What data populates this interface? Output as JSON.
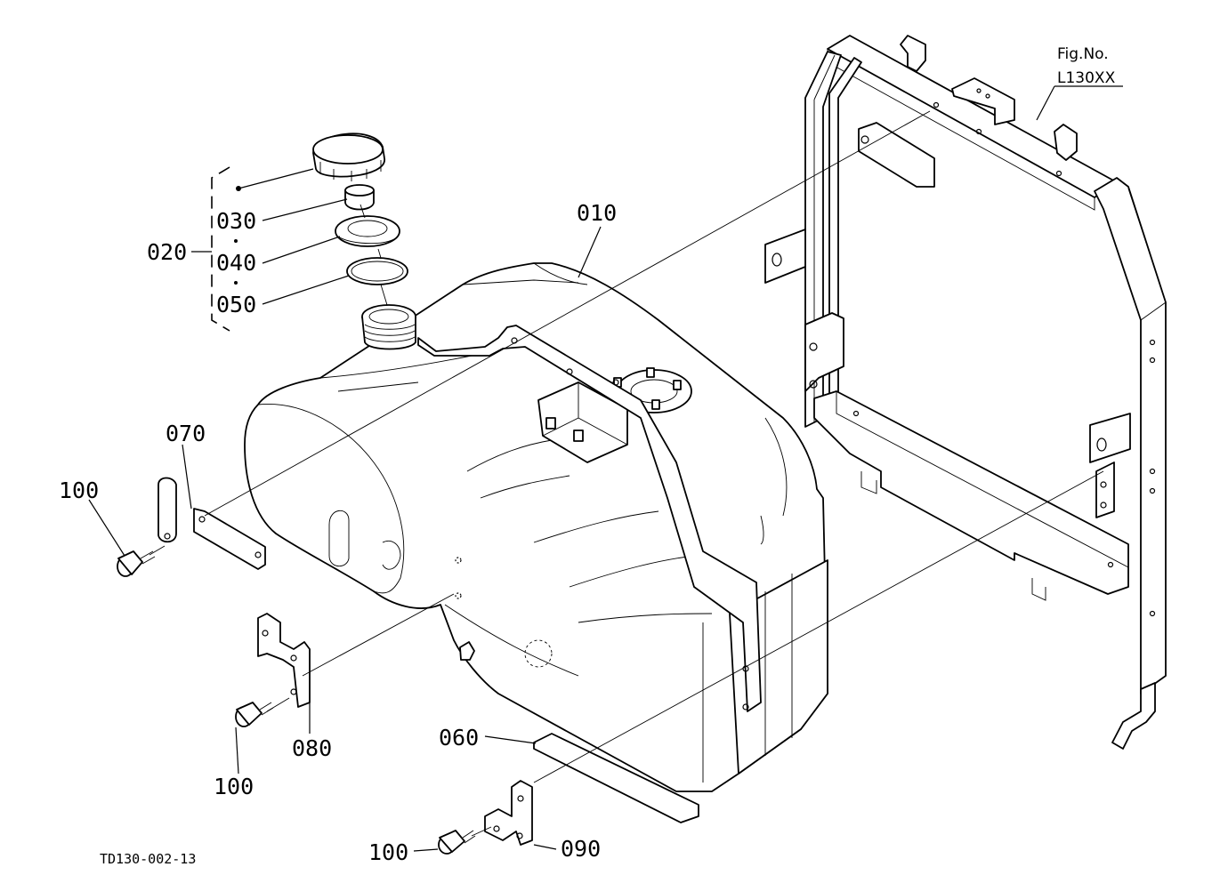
{
  "figure": {
    "fig_no_label": "Fig.No.",
    "fig_no_value": "L130XX",
    "drawing_code": "TD130-002-13"
  },
  "callouts": {
    "p010": "010",
    "p020": "020",
    "p030": "030",
    "p040": "040",
    "p050": "050",
    "p060": "060",
    "p070": "070",
    "p080": "080",
    "p090": "090",
    "p100_a": "100",
    "p100_b": "100",
    "p100_c": "100"
  }
}
